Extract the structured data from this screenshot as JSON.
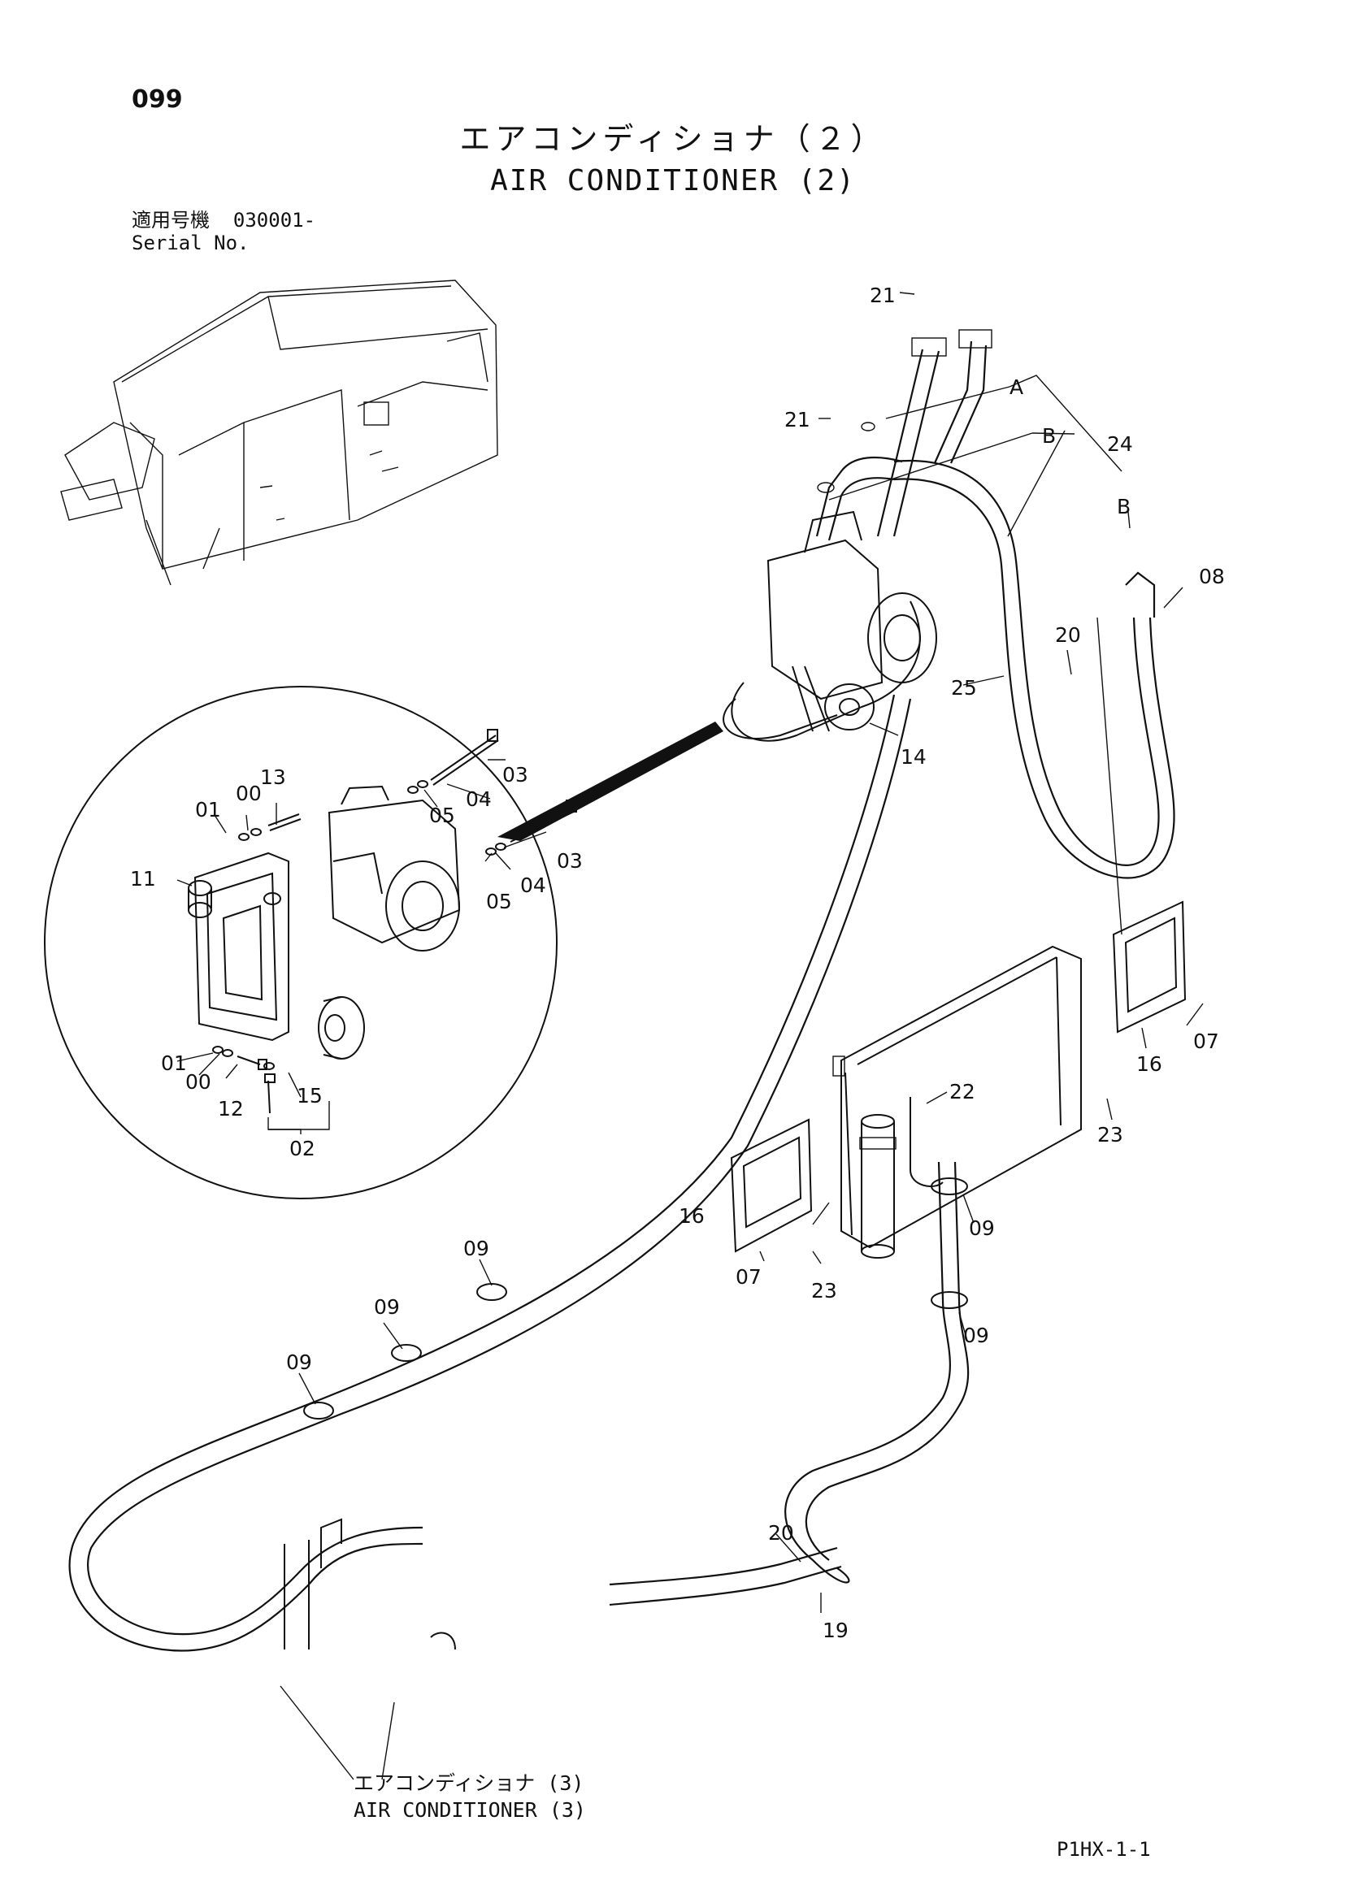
{
  "page": {
    "number": "099",
    "title_jp": "エアコンディショナ（２）",
    "title_en": "AIR CONDITIONER (2)",
    "serial_label_jp": "適用号機",
    "serial_value": "030001-",
    "serial_label_en": "Serial No.",
    "footer_ref_jp": "エアコンディショナ (3)",
    "footer_ref_en": "AIR CONDITIONER (3)",
    "drawing_code": "P1HX-1-1"
  },
  "callouts": {
    "c21a": "21",
    "c21b": "21",
    "cA": "A",
    "cB1": "B",
    "c24": "24",
    "cB2": "B",
    "c08": "08",
    "c20a": "20",
    "c25": "25",
    "c14": "14",
    "c03a": "03",
    "c04a": "04",
    "c05a": "05",
    "c03b": "03",
    "c04b": "04",
    "c05b": "05",
    "c13": "13",
    "c00a": "00",
    "c01a": "01",
    "c11": "11",
    "c01b": "01",
    "c00b": "00",
    "c12": "12",
    "c15": "15",
    "c02": "02",
    "c16a": "16",
    "c07a": "07",
    "c22": "22",
    "c23a": "23",
    "c16b": "16",
    "c07b": "07",
    "c23b": "23",
    "c09a": "09",
    "c09b": "09",
    "c09c": "09",
    "c09d": "09",
    "c09e": "09",
    "c20b": "20",
    "c19": "19"
  }
}
